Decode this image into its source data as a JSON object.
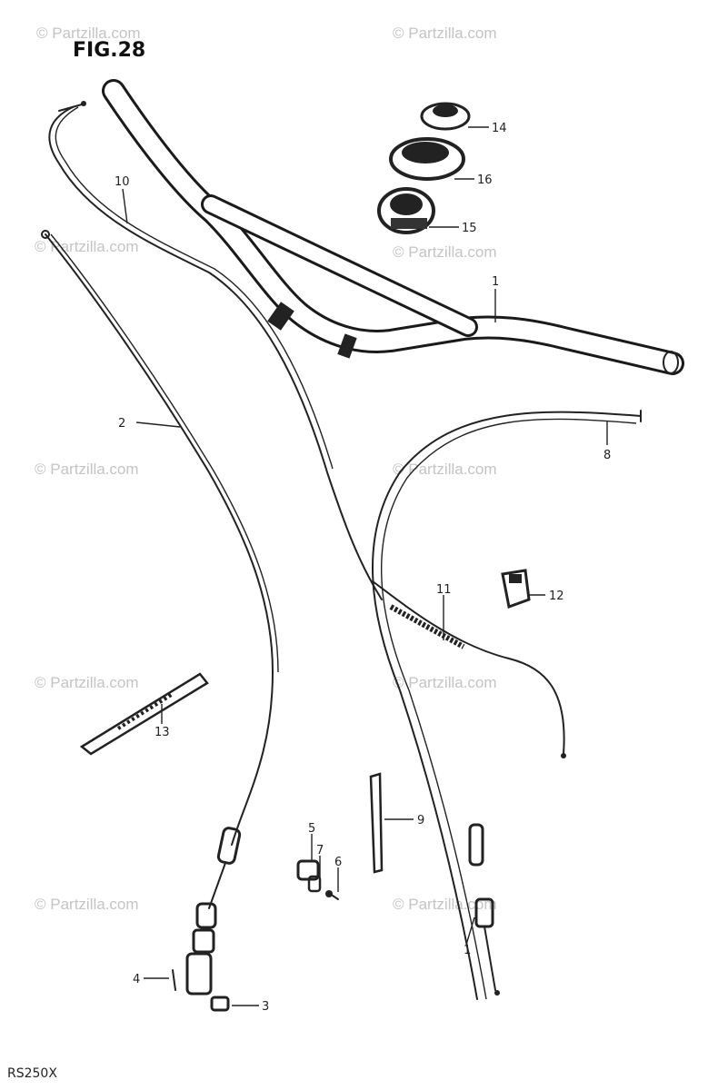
{
  "figure": {
    "title": "FIG.28",
    "model": "RS250X"
  },
  "watermark": {
    "text": "© Partzilla.com"
  },
  "callouts": [
    "1",
    "2",
    "3",
    "4",
    "5",
    "6",
    "7",
    "8",
    "9",
    "10",
    "11",
    "12",
    "13",
    "14",
    "15",
    "16",
    "1"
  ]
}
